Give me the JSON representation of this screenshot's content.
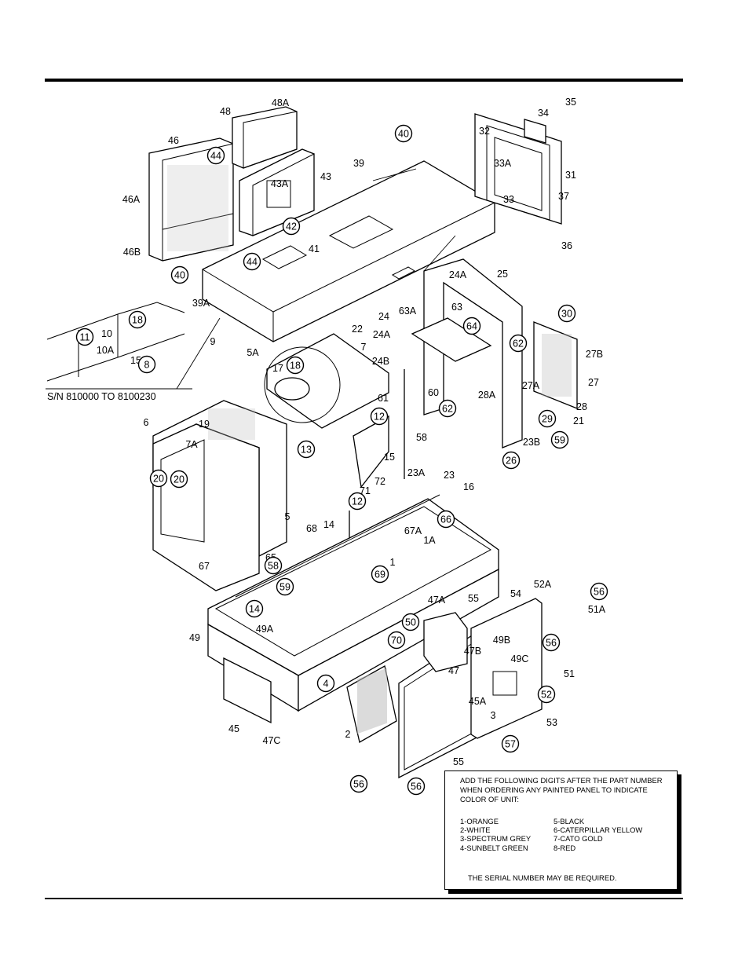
{
  "serial_range": "S/N 810000 TO 8100230",
  "callouts": {
    "plain": [
      "48",
      "48A",
      "46",
      "46A",
      "46B",
      "43",
      "43A",
      "39",
      "39A",
      "35",
      "34",
      "32",
      "33A",
      "33",
      "31",
      "37",
      "36",
      "41",
      "25",
      "24A",
      "63A",
      "63",
      "24",
      "24A",
      "24B",
      "22",
      "7",
      "17",
      "10",
      "10A",
      "15",
      "9",
      "5A",
      "19",
      "6",
      "7A",
      "61",
      "60",
      "28A",
      "27A",
      "27B",
      "27",
      "28",
      "21",
      "58",
      "23B",
      "23A",
      "23",
      "16",
      "15",
      "72",
      "71",
      "68",
      "14",
      "5",
      "67",
      "65",
      "67A",
      "1A",
      "1",
      "49A",
      "49",
      "47A",
      "55",
      "54",
      "52A",
      "51A",
      "49B",
      "49C",
      "47B",
      "47",
      "51",
      "45A",
      "3",
      "2",
      "45",
      "47C",
      "55",
      "53"
    ],
    "circled": [
      "44",
      "40",
      "42",
      "44",
      "40",
      "18",
      "11",
      "8",
      "30",
      "64",
      "62",
      "62",
      "29",
      "59",
      "26",
      "18",
      "12",
      "13",
      "20",
      "20",
      "12",
      "66",
      "69",
      "58",
      "59",
      "14",
      "70",
      "50",
      "4",
      "56",
      "56",
      "52",
      "57",
      "56",
      "56"
    ]
  },
  "note": {
    "header": "ADD THE FOLLOWING DIGITS AFTER THE PART NUMBER WHEN ORDERING ANY PAINTED PANEL TO INDICATE COLOR OF UNIT:",
    "colors_left": [
      "1-ORANGE",
      "2-WHITE",
      "3-SPECTRUM GREY",
      "4-SUNBELT GREEN"
    ],
    "colors_right": [
      "5-BLACK",
      "6-CATERPILLAR YELLOW",
      "7-CATO GOLD",
      "8-RED"
    ],
    "footer": "THE SERIAL NUMBER MAY BE REQUIRED."
  }
}
